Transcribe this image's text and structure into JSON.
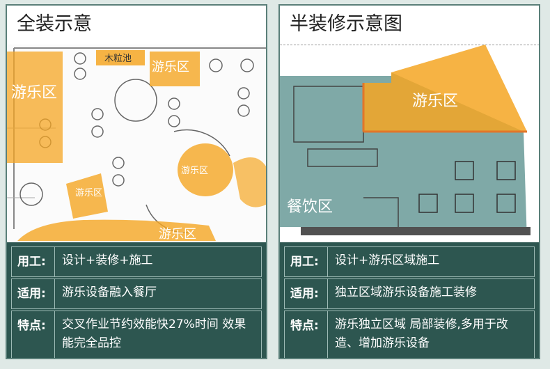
{
  "left": {
    "title": "全装示意",
    "zones": {
      "play_left": "游乐区",
      "play_top": "游乐区",
      "play_mid": "游乐区",
      "play_small": "游乐区",
      "play_bottom": "游乐区",
      "wood_pool": "木粒池"
    },
    "rows": [
      {
        "key": "用工:",
        "value": "设计+装修+施工"
      },
      {
        "key": "适用:",
        "value": "游乐设备融入餐厅"
      },
      {
        "key": "特点:",
        "value": "交叉作业节约效能快27%时间 效果能完全品控"
      }
    ]
  },
  "right": {
    "title": "半装修示意图",
    "zones": {
      "play": "游乐区",
      "dining": "餐饮区"
    },
    "rows": [
      {
        "key": "用工:",
        "value": "设计+游乐区域施工"
      },
      {
        "key": "适用:",
        "value": "独立区域游乐设备施工装修"
      },
      {
        "key": "特点:",
        "value": "游乐独立区域 局部装修,多用于改造、增加游乐设备"
      }
    ]
  },
  "colors": {
    "border": "#5a7f79",
    "table_bg": "#2d5650",
    "zone_orange": "#f5a623",
    "dining_teal": "#7fa9a7"
  }
}
